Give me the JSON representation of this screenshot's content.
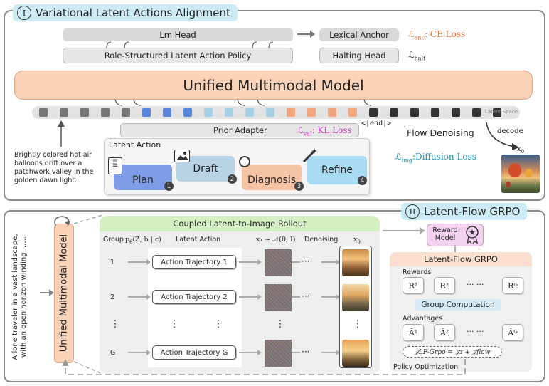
{
  "panel1": {
    "roman": "I",
    "title": "Variational Latent Actions Alignment",
    "lm_head": "Lm Head",
    "lexical_anchor": "Lexical Anchor",
    "anc_loss_sym": "ℒ",
    "anc_loss_sub": "anc",
    "anc_loss_text": ": CE Loss",
    "policy": "Role-Structured Latent Action Policy",
    "halting_head": "Halting Head",
    "halt_loss_sym": "ℒ",
    "halt_loss_sub": "halt",
    "umm": "Unified Multimodal Model",
    "latent_space": "Latent Space",
    "prior_adapter": "Prior Adapter",
    "val_loss_sym": "ℒ",
    "val_loss_sub": "val",
    "val_loss_text": ": KL Loss",
    "end_token": "<|end|>",
    "flow_denoising": "Flow Denoising",
    "decode": "decode",
    "x0": "x",
    "x0_sub": "0",
    "img_loss_sym": "ℒ",
    "img_loss_sub": "img",
    "img_loss_text": ":Diffusion Loss",
    "prompt": "Brightly colored hot air balloons drift over a patchwork valley in the golden dawn light.",
    "latent_action_title": "Latent Action",
    "actions": [
      {
        "label": "Plan",
        "num": "1",
        "color": "#7f9de6",
        "icon": "list-icon"
      },
      {
        "label": "Draft",
        "num": "2",
        "color": "#b9d3e6",
        "icon": "image-icon"
      },
      {
        "label": "Diagnosis",
        "num": "3",
        "color": "#f6c3a4",
        "icon": "magnifier-icon"
      },
      {
        "label": "Refine",
        "num": "4",
        "color": "#a8dcf3",
        "icon": "wand-icon"
      }
    ],
    "token_colors": [
      "#777777",
      "#777777",
      "#777777",
      "#777777",
      "#777777",
      "#5a86dd",
      "#5a86dd",
      "#5a86dd",
      "#a7cfe6",
      "#a7cfe6",
      "#a7cfe6",
      "#a7cfe6",
      "#f2a57e",
      "#f2a57e",
      "#f2a57e",
      "#f2a57e",
      "#333333",
      "#333333",
      "#333333",
      "#333333",
      "#333333",
      "#333333",
      "#333333"
    ]
  },
  "panel2": {
    "roman": "II",
    "title": "Latent-Flow GRPO",
    "umm_vertical": "Unified Multimodal Model",
    "prompt": "A lone traveler in a vast landscape, with an open horizon winding ......",
    "rollout_title": "Coupled Latent-to-Image Rollout",
    "col_group": "Group",
    "col_prob": "p",
    "col_prob_sub": "θ",
    "col_prob_rest": "(Z, b | c)",
    "col_latent_action": "Latent Action",
    "col_noise": "x₁ ~ 𝒩(0, I)",
    "col_denoising": "Denoising",
    "col_x0": "x",
    "col_x0_sub": "0",
    "rows": [
      {
        "group": "1",
        "traj": "Action Trajectory 1"
      },
      {
        "group": "2",
        "traj": "Action Trajectory 2"
      },
      {
        "group": "⋮",
        "traj": "⋮"
      },
      {
        "group": "G",
        "traj": "Action Trajectory G"
      }
    ],
    "dots": "···",
    "reward_model": "Reward Model",
    "grpo_title": "Latent-Flow GRPO",
    "rewards_label": "Rewards",
    "rewards": [
      "R¹",
      "R²",
      "··· ···",
      "Rᴳ"
    ],
    "group_computation": "Group Computation",
    "advantages_label": "Advantages",
    "advantages": [
      "Â¹",
      "Â²",
      "··· ···",
      "Âᴳ"
    ],
    "objective": "𝒥LF-Grpo = 𝒥z + 𝒥flow",
    "policy_optimization": "Policy Optimization"
  },
  "colors": {
    "title_pill": "#cdebf4",
    "umm_fill": "#f9d2b8",
    "reward_fill": "#f3d2f0",
    "grpo_header": "#fbe0cf",
    "group_comp": "#d5ecf7",
    "anc_loss": "#e9793f",
    "val_loss": "#c23bb8",
    "img_loss": "#1f8fb0"
  }
}
